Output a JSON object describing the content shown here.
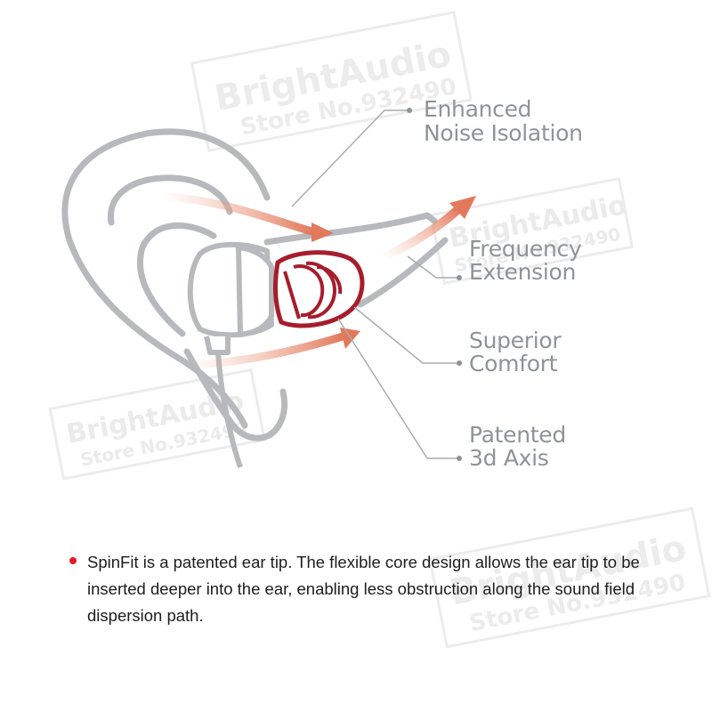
{
  "watermark": {
    "brand": "BrightAudio",
    "store": "Store No.932490"
  },
  "colors": {
    "outline": "#b7b9bc",
    "eartip": "#a61d2c",
    "arrow": "#e2795c",
    "label": "#8f9397",
    "bullet": "#e41b23"
  },
  "features": [
    {
      "line1": "Enhanced",
      "line2": "Noise Isolation"
    },
    {
      "line1": "Frequency",
      "line2": "Extension"
    },
    {
      "line1": "Superior",
      "line2": "Comfort"
    },
    {
      "line1": "Patented",
      "line2": "3d Axis"
    }
  ],
  "description": "SpinFit is a patented ear tip. The flexible core design allows the ear tip to be inserted deeper into the ear, enabling less obstruction along the sound field dispersion path."
}
